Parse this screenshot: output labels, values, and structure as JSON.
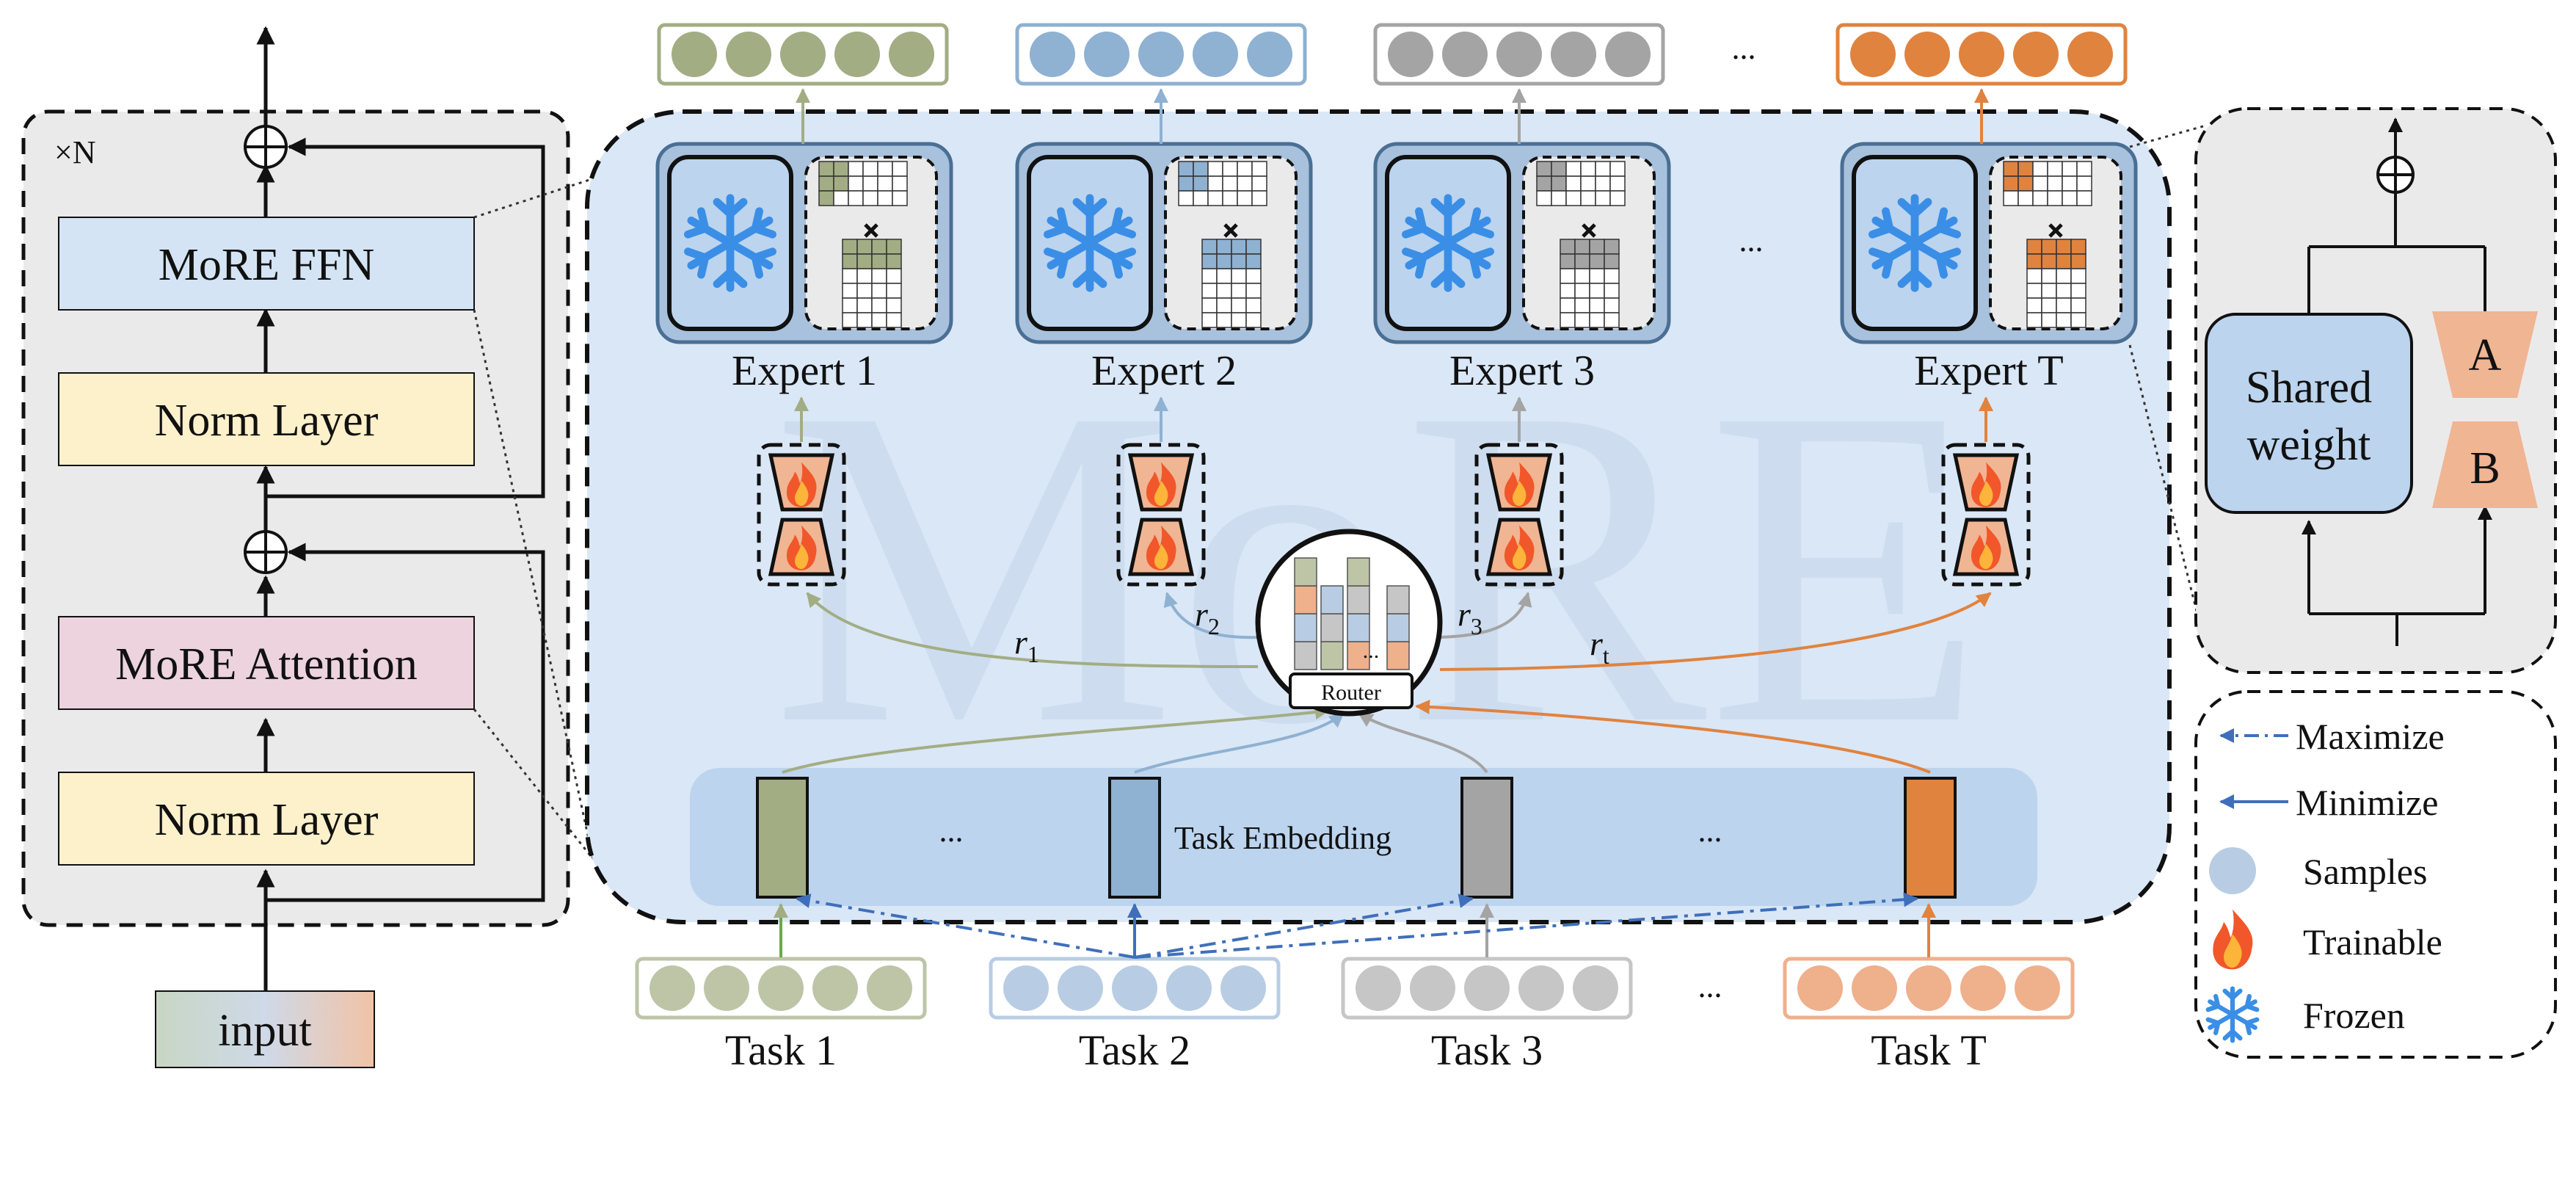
{
  "left_panel": {
    "repeat_label": "×N",
    "blocks": {
      "ffn": "MoRE FFN",
      "norm_top": "Norm Layer",
      "attention": "MoRE Attention",
      "norm_bottom": "Norm Layer"
    },
    "input": "input"
  },
  "main_panel": {
    "watermark": "MoRE",
    "experts": [
      {
        "label": "Expert 1",
        "color": "#a2ad84",
        "light": "#bec5a7"
      },
      {
        "label": "Expert 2",
        "color": "#8fb1d2",
        "light": "#b8cde3"
      },
      {
        "label": "Expert 3",
        "color": "#a4a4a4",
        "light": "#c6c6c6"
      },
      {
        "label": "Expert T",
        "color": "#e0833f",
        "light": "#efb08c"
      }
    ],
    "ellipsis": "...",
    "router_label": "Router",
    "router_ellipsis": "...",
    "routing_weights": [
      {
        "symbol": "r",
        "sub": "1"
      },
      {
        "symbol": "r",
        "sub": "2"
      },
      {
        "symbol": "r",
        "sub": "3"
      },
      {
        "symbol": "r",
        "sub": "t"
      }
    ],
    "task_embedding_label": "Task Embedding",
    "tasks": [
      "Task 1",
      "Task 2",
      "Task 3",
      "Task T"
    ]
  },
  "lora_panel": {
    "shared_weight": [
      "Shared",
      "weight"
    ],
    "matrix_a": "A",
    "matrix_b": "B"
  },
  "legend": [
    {
      "label": "Maximize",
      "icon": "dash-dot-arrow-icon"
    },
    {
      "label": "Minimize",
      "icon": "solid-arrow-icon"
    },
    {
      "label": "Samples",
      "icon": "circle-icon"
    },
    {
      "label": "Trainable",
      "icon": "flame-icon"
    },
    {
      "label": "Frozen",
      "icon": "snowflake-icon"
    }
  ],
  "colors": {
    "green": "#a2ad84",
    "blue": "#8fb1d2",
    "gray": "#a4a4a4",
    "orange": "#e0833f",
    "dash_blue": "#3f6fba",
    "panel_blue": "#dae7f6",
    "panel_gray": "#ebeaeb",
    "ffn_fill": "#d4e4f4",
    "attn_fill": "#ecd3dd",
    "norm_fill": "#fdf1cb",
    "lora_fill": "#f0b593",
    "frozen_blue": "#3a8ee6"
  }
}
